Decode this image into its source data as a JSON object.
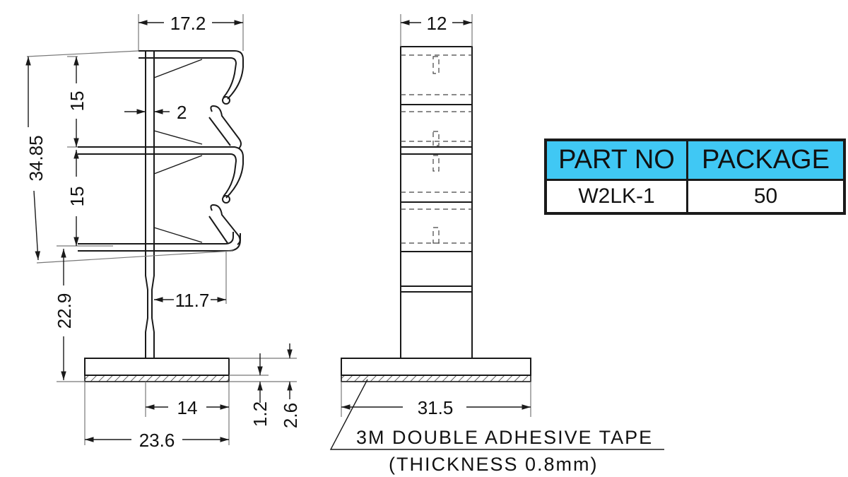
{
  "dimensions": {
    "width_top": "17.2",
    "height_total": "34.85",
    "slot_upper": "15",
    "slot_lower": "15",
    "wall_thickness": "2",
    "stem_height": "22.9",
    "offset": "11.7",
    "base_inner": "14",
    "base_width": "23.6",
    "tape_thickness": "1.2",
    "base_thickness": "2.6",
    "side_width": "12",
    "side_base": "31.5"
  },
  "notes": {
    "tape_line1": "3M DOUBLE ADHESIVE TAPE",
    "tape_line2": "(THICKNESS 0.8mm)"
  },
  "table": {
    "header_part": "PART NO",
    "header_package": "PACKAGE",
    "part_no": "W2LK-1",
    "package": "50"
  },
  "colors": {
    "table_header": "#40c8f4",
    "line": "#1a1a1a"
  }
}
